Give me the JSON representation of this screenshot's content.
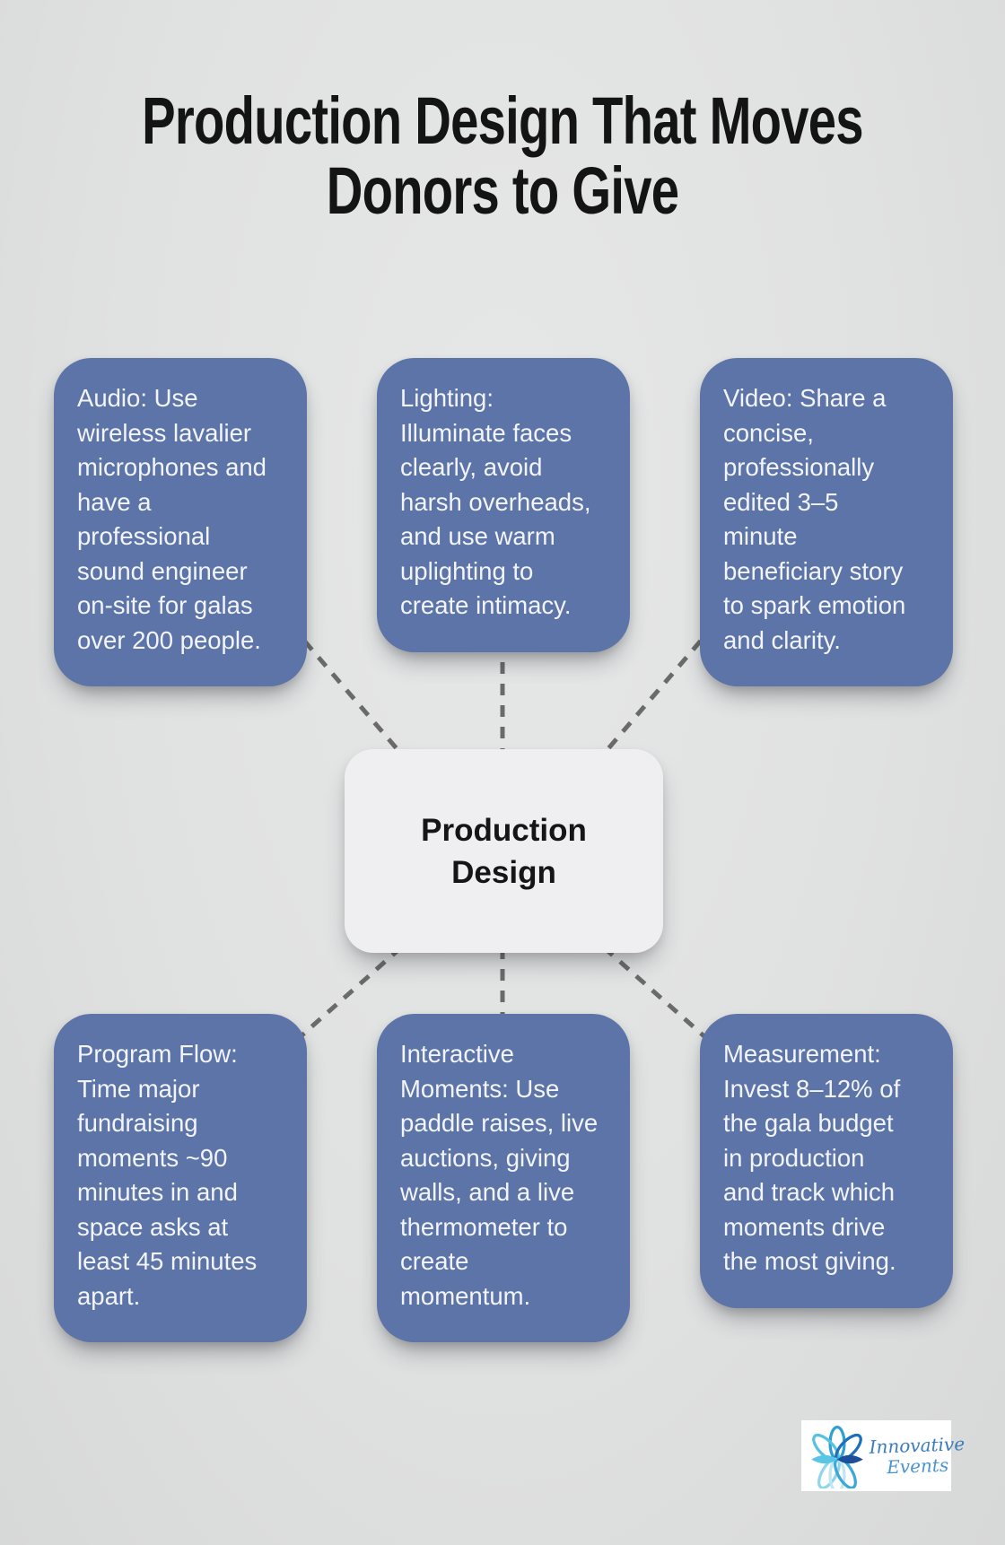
{
  "title": "Production Design That Moves\nDonors to Give",
  "center": {
    "label": "Production\nDesign"
  },
  "nodes": [
    {
      "id": "audio",
      "text": "Audio: Use\nwireless lavalier\nmicrophones and\nhave a\nprofessional\nsound engineer\non-site for galas\nover 200 people."
    },
    {
      "id": "lighting",
      "text": "Lighting:\nIlluminate faces\nclearly, avoid\nharsh overheads,\nand use warm\nuplighting to\ncreate intimacy."
    },
    {
      "id": "video",
      "text": "Video: Share a\nconcise,\nprofessionally\nedited 3–5\nminute\nbeneficiary story\nto spark emotion\nand clarity."
    },
    {
      "id": "program-flow",
      "text": "Program Flow:\nTime major\nfundraising\nmoments ~90\nminutes in and\nspace asks at\nleast 45 minutes\napart."
    },
    {
      "id": "interactive-moments",
      "text": "Interactive\nMoments: Use\npaddle raises, live\nauctions, giving\nwalls, and a live\nthermometer to\ncreate\nmomentum."
    },
    {
      "id": "measurement",
      "text": "Measurement:\nInvest 8–12% of\nthe gala budget\nin production\nand track which\nmoments drive\nthe most giving."
    }
  ],
  "logo": {
    "name_line1": "Innovative",
    "name_line2": "Events",
    "icon": "lotus-flower-icon"
  },
  "colors": {
    "background": "#e0e1e1",
    "node_fill": "#5c74a7",
    "node_text": "#f2f4f8",
    "center_fill": "#efeff1",
    "center_text": "#151515",
    "title_text": "#141414",
    "connector": "#6a6a6a",
    "logo_blue_light": "#5bc6e4",
    "logo_blue_mid": "#2e9fd4",
    "logo_blue_dark": "#1b4e9b",
    "logo_text_blue": "#3b7cbd"
  }
}
